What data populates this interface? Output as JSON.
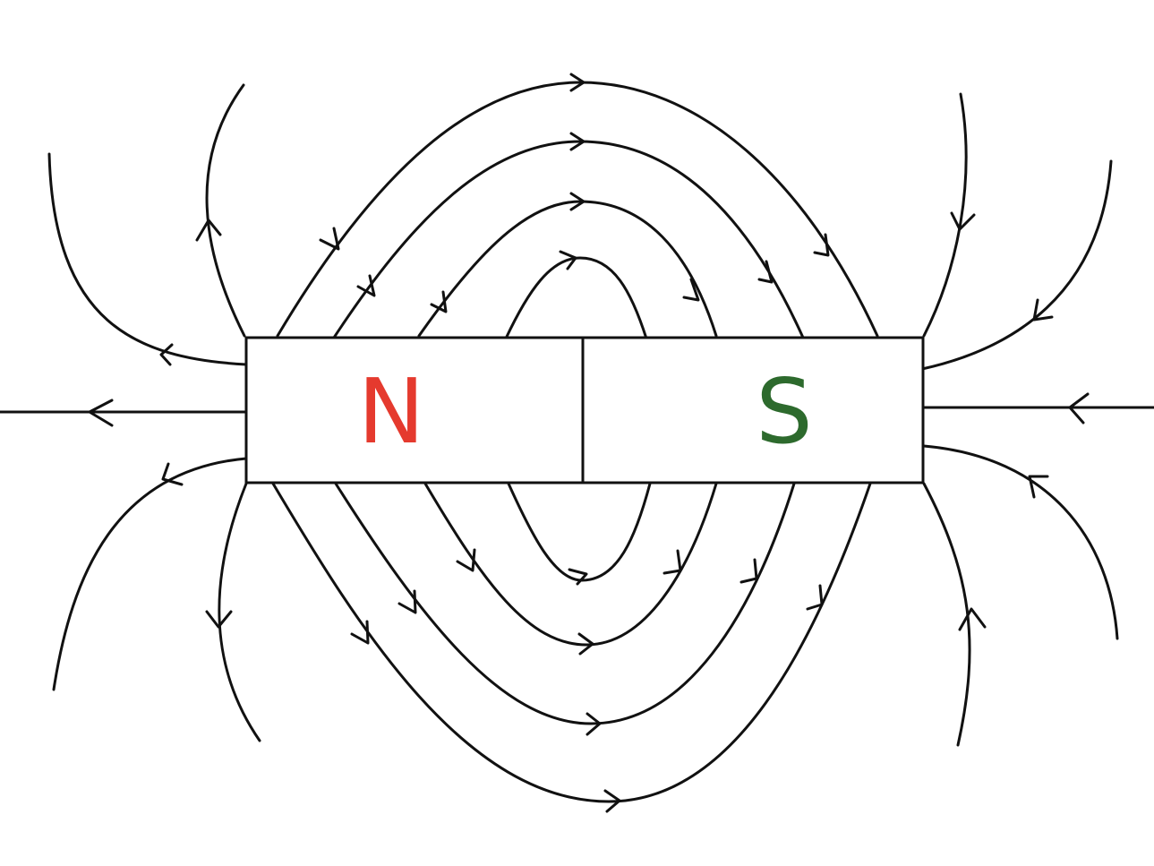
{
  "diagram": {
    "poles": [
      {
        "id": "north",
        "label": "N",
        "color": "#e53a2e"
      },
      {
        "id": "south",
        "label": "S",
        "color": "#2d6a2d"
      }
    ],
    "line_color": "#111111",
    "field_direction": "north-to-south"
  }
}
